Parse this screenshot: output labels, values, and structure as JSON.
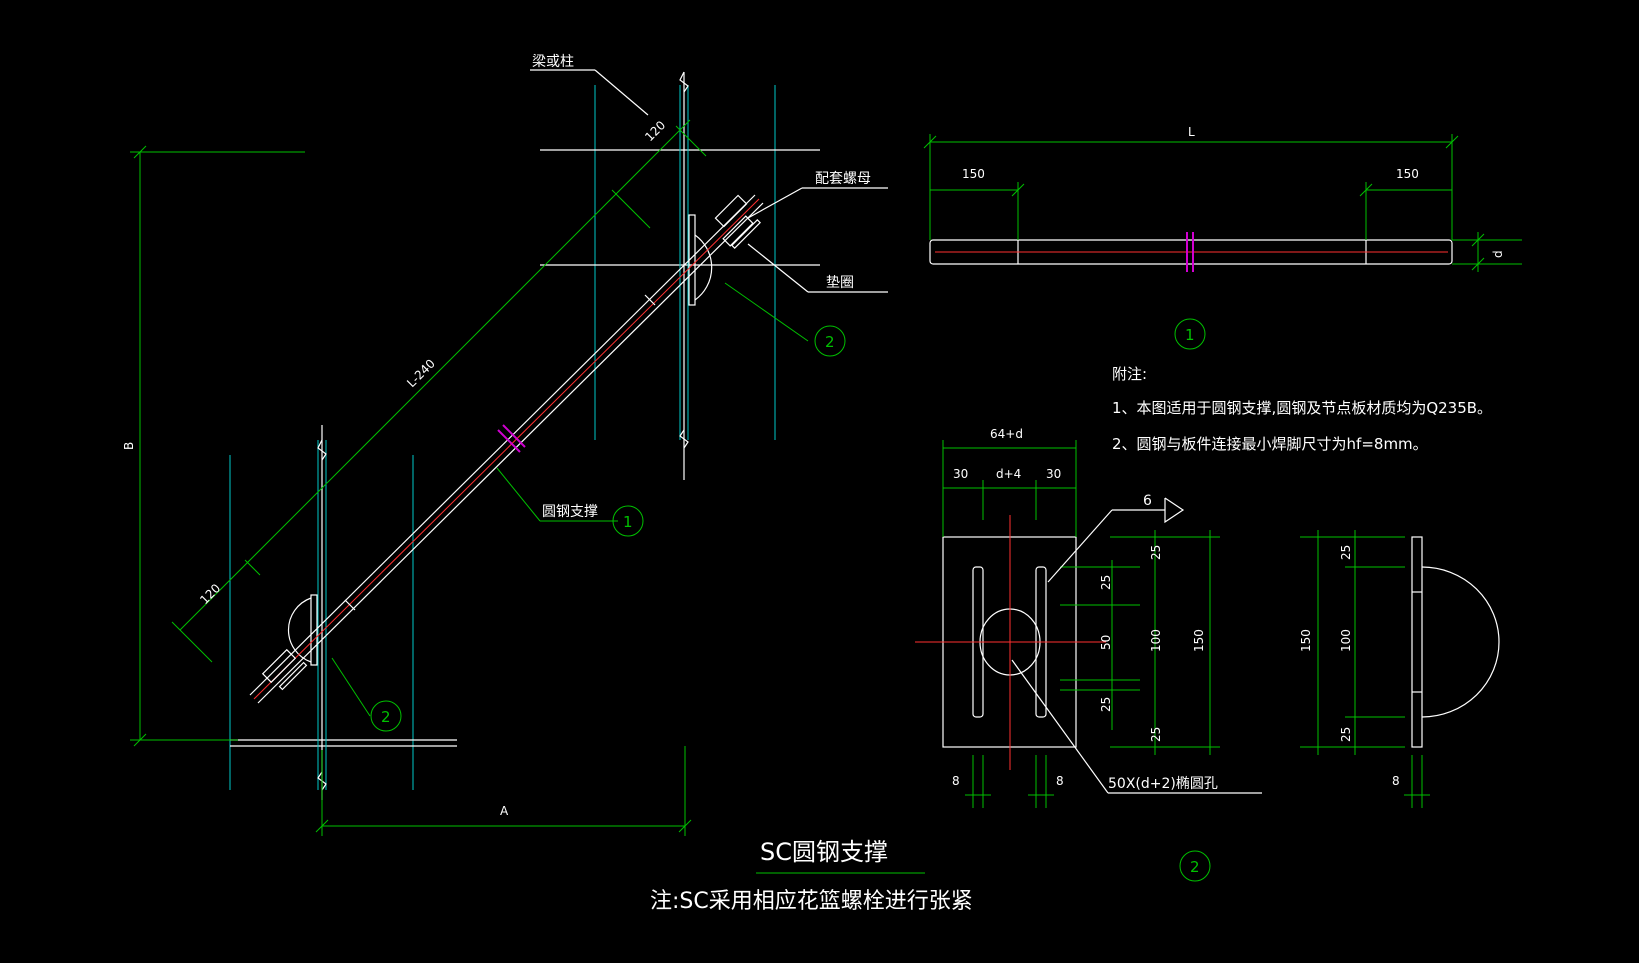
{
  "colors": {
    "background": "#000000",
    "outline": "#ffffff",
    "dimension": "#00c000",
    "member": "#00c8c8",
    "centerline": "#ff3030",
    "turnbuckle": "#d000d0"
  },
  "labels": {
    "beam_or_column": "梁或柱",
    "nut": "配套螺母",
    "washer": "垫圈",
    "round_bar_brace": "圆钢支撑",
    "callout_1": "1",
    "callout_2": "2",
    "slotted_hole": "50X(d+2)椭圆孔",
    "weld_size": "6"
  },
  "dimensions": {
    "top_120": "120",
    "diag_L240": "L-240",
    "bottom_120": "120",
    "height_B": "B",
    "width_A": "A",
    "rod_L": "L",
    "rod_end_left": "150",
    "rod_end_right": "150",
    "rod_d": "d",
    "plate_width": "64+d",
    "plate_30_left": "30",
    "plate_d4": "d+4",
    "plate_30_right": "30",
    "plate_25a": "25",
    "plate_50": "50",
    "plate_25b": "25",
    "plate_25c": "25",
    "plate_100": "100",
    "plate_25d": "25",
    "plate_150": "150",
    "plate_8_left": "8",
    "plate_8_right": "8",
    "side_150": "150",
    "side_25a": "25",
    "side_100": "100",
    "side_25b": "25",
    "side_8": "8"
  },
  "notes": {
    "heading": "附注:",
    "note1": "1、本图适用于圆钢支撑,圆钢及节点板材质均为Q235B。",
    "note2": "2、圆钢与板件连接最小焊脚尺寸为hf=8mm。"
  },
  "title": {
    "main": "SC圆钢支撑",
    "subtitle": "注:SC采用相应花篮螺栓进行张紧"
  }
}
